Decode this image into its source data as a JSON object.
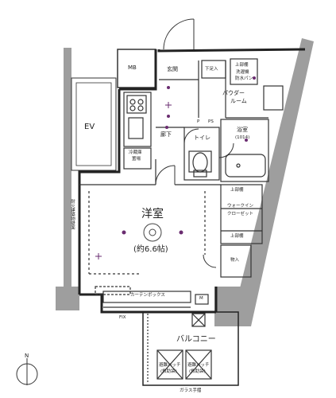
{
  "rooms": {
    "yoshitsu": "洋室",
    "yoshitsu_size": "(約6.6帖)",
    "genkan": "玄関",
    "roka": "廊下",
    "toilet": "トイレ",
    "powder_room_line1": "パウダー",
    "powder_room_line2": "ルーム",
    "bath": "浴室",
    "bath_size": "(1014)",
    "walk_in_closet_line1": "ウォークイン",
    "walk_in_closet_line2": "クローゼット",
    "balcony": "バルコニー"
  },
  "fixtures": {
    "mb": "MB",
    "ev": "EV",
    "shoe_box": "下足入",
    "washer_line1": "洗濯機",
    "washer_line2": "防水パン",
    "washer_top": "上部棚",
    "fridge_line1": "冷蔵庫",
    "fridge_line2": "置場",
    "upper_shelf_1": "上部棚",
    "upper_shelf_2": "上部棚",
    "storage": "物入",
    "curtain_box": "カーテンボックス",
    "fix": "FIX",
    "glass_rail": "ガラス手摺",
    "fire_exit_door": "耐火建築物壁面",
    "shelf_p": "P",
    "shelf_s": "PS",
    "shelf_m": "M",
    "hatch_1_line1": "避難ハッチ",
    "hatch_1_line2": "(救助袋)",
    "hatch_2_line1": "避難ハッチ",
    "hatch_2_line2": "(救助袋)",
    "compass_n": "N"
  }
}
